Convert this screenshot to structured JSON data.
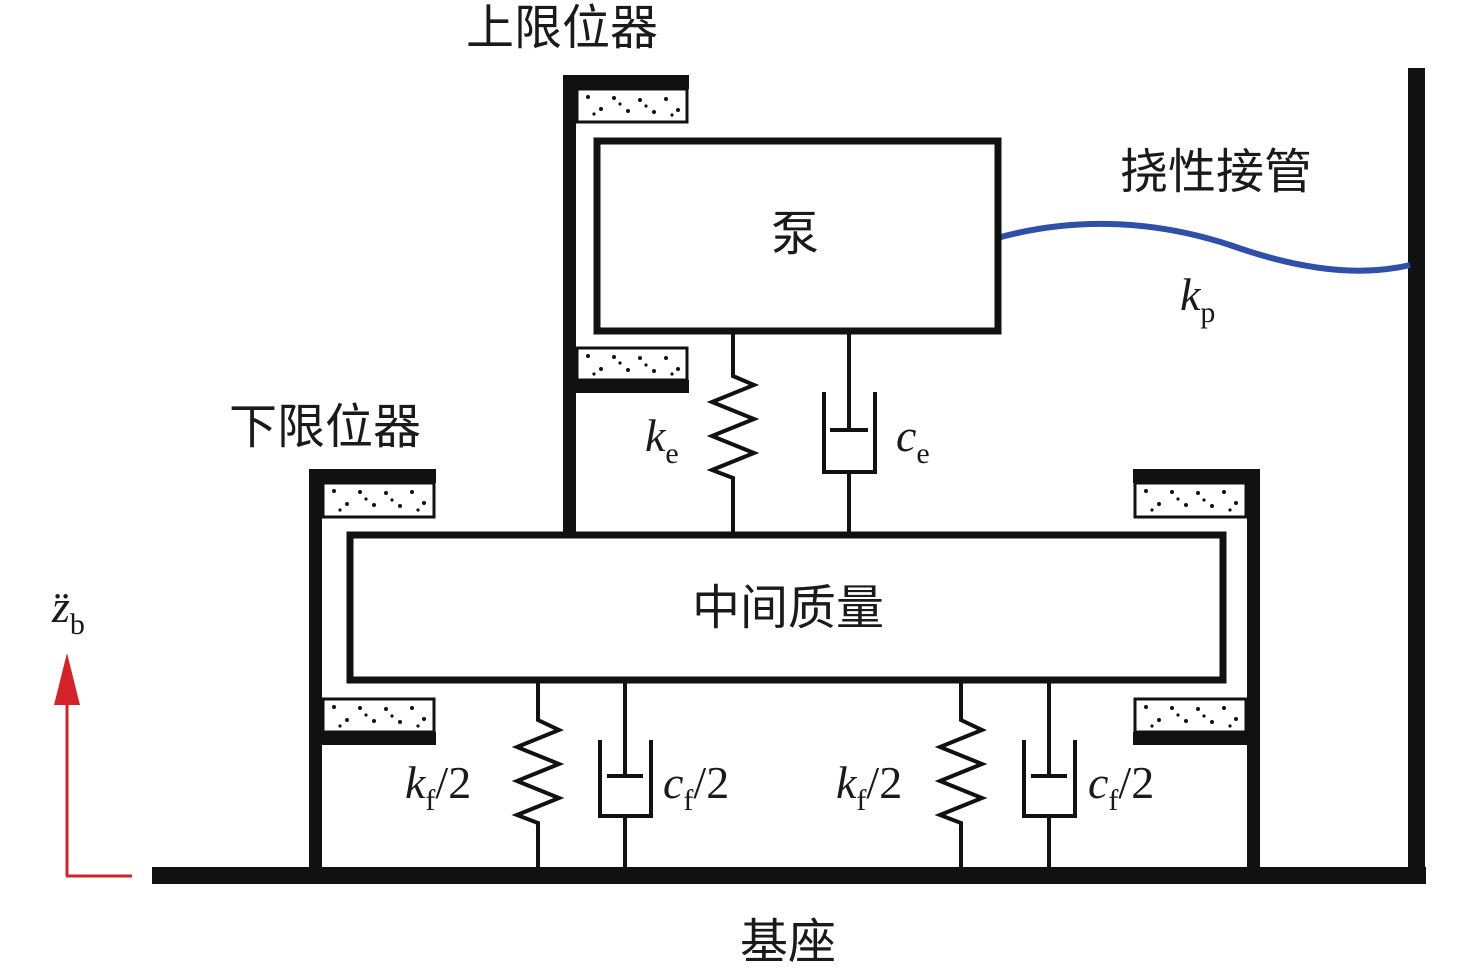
{
  "labels": {
    "upper_limiter": "上限位器",
    "lower_limiter": "下限位器",
    "pump": "泵",
    "flexible_pipe": "挠性接管",
    "middle_mass": "中间质量",
    "base": "基座"
  },
  "symbols": {
    "kp": {
      "main": "k",
      "sub": "p"
    },
    "ke": {
      "main": "k",
      "sub": "e"
    },
    "ce": {
      "main": "c",
      "sub": "e"
    },
    "kf_left": {
      "main": "k",
      "sub": "f",
      "suffix": "/2"
    },
    "cf_left": {
      "main": "c",
      "sub": "f",
      "suffix": "/2"
    },
    "kf_right": {
      "main": "k",
      "sub": "f",
      "suffix": "/2"
    },
    "cf_right": {
      "main": "c",
      "sub": "f",
      "suffix": "/2"
    },
    "zb": {
      "main": "z̈",
      "sub": "b"
    }
  },
  "colors": {
    "line": "#111111",
    "pipe": "#2f4fa8",
    "arrow": "#d2232a",
    "pad_fill": "#ffffff"
  }
}
